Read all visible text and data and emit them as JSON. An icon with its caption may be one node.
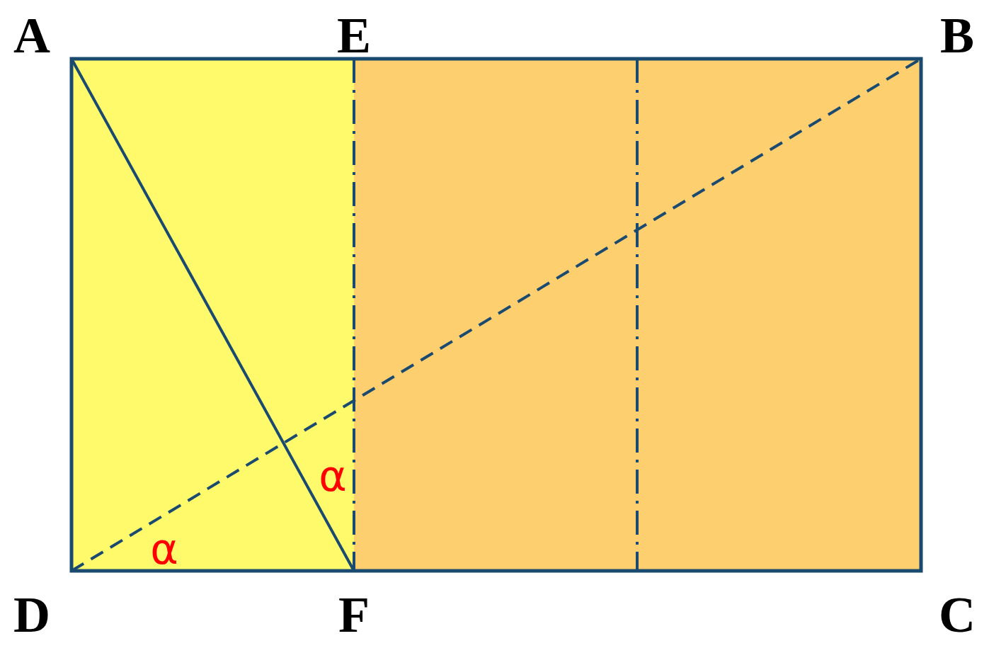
{
  "diagram": {
    "labels": [
      "A",
      "E",
      "B",
      "α",
      "α",
      "D",
      "F",
      "C"
    ]
  }
}
